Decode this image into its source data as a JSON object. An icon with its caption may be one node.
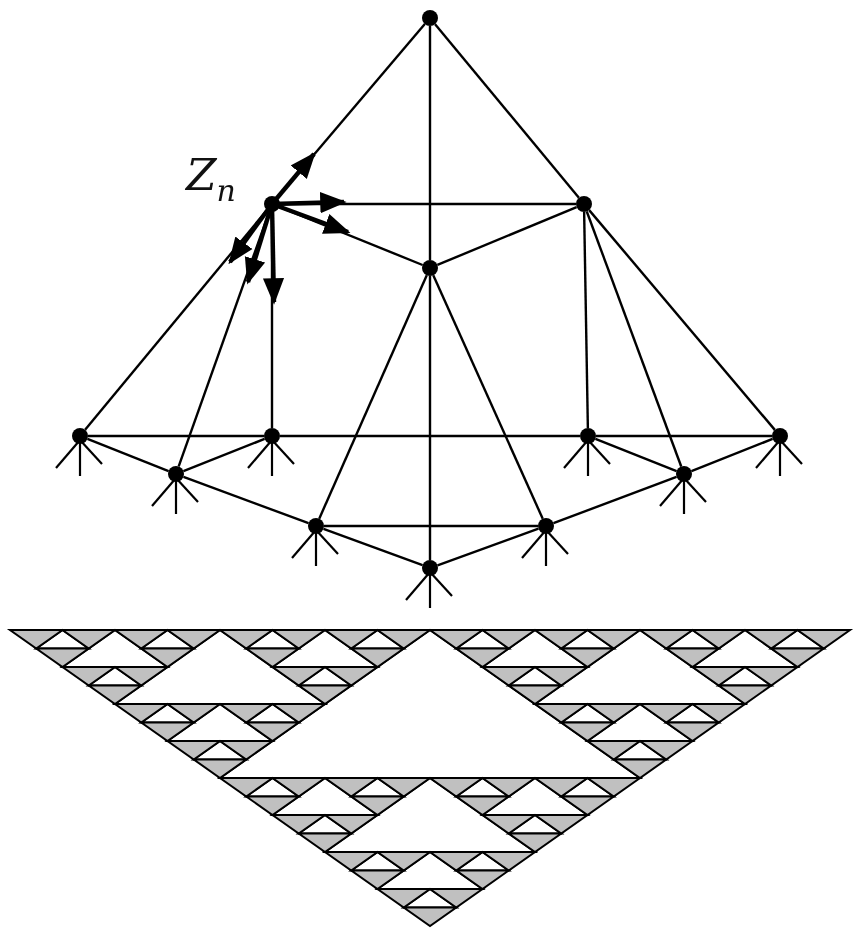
{
  "diagram": {
    "nodes": [
      {
        "text": [],
        "shape": "circle"
      },
      {
        "text": [],
        "shape": "circle",
        "beside": [
          "Z$_{n}$"
        ]
      },
      {
        "text": [],
        "shape": "circle"
      },
      {
        "text": [],
        "shape": "circle"
      },
      {
        "text": [],
        "shape": "circle"
      },
      {
        "text": [],
        "shape": "circle"
      },
      {
        "text": [],
        "shape": "circle"
      },
      {
        "text": [],
        "shape": "circle"
      },
      {
        "text": [],
        "shape": "circle"
      },
      {
        "text": [],
        "shape": "circle"
      },
      {
        "text": [],
        "shape": "circle"
      },
      {
        "text": [],
        "shape": "circle"
      },
      {
        "text": [],
        "shape": "circle"
      }
    ],
    "edges": [
      {
        "from": 0,
        "to": 1,
        "arrow": "none"
      },
      {
        "from": 0,
        "to": 2,
        "arrow": "none"
      },
      {
        "from": 0,
        "to": 3,
        "arrow": "none"
      },
      {
        "from": 1,
        "to": 2,
        "arrow": "none"
      },
      {
        "from": 1,
        "to": 3,
        "arrow": "none"
      },
      {
        "from": 2,
        "to": 3,
        "arrow": "none"
      },
      {
        "from": 1,
        "to": 4,
        "arrow": "none"
      },
      {
        "from": 1,
        "to": 8,
        "arrow": "none"
      },
      {
        "from": 1,
        "to": 5,
        "arrow": "none"
      },
      {
        "from": 2,
        "to": 6,
        "arrow": "none"
      },
      {
        "from": 2,
        "to": 9,
        "arrow": "none"
      },
      {
        "from": 2,
        "to": 7,
        "arrow": "none"
      },
      {
        "from": 3,
        "to": 10,
        "arrow": "none"
      },
      {
        "from": 3,
        "to": 12,
        "arrow": "none"
      },
      {
        "from": 3,
        "to": 11,
        "arrow": "none"
      },
      {
        "from": 4,
        "to": 5,
        "arrow": "none"
      },
      {
        "from": 5,
        "to": 6,
        "arrow": "none"
      },
      {
        "from": 6,
        "to": 7,
        "arrow": "none"
      },
      {
        "from": 4,
        "to": 8,
        "arrow": "none"
      },
      {
        "from": 8,
        "to": 5,
        "arrow": "none"
      },
      {
        "from": 8,
        "to": 10,
        "arrow": "none"
      },
      {
        "from": 10,
        "to": 11,
        "arrow": "none"
      },
      {
        "from": 10,
        "to": 12,
        "arrow": "none"
      },
      {
        "from": 12,
        "to": 11,
        "arrow": "none"
      },
      {
        "from": 6,
        "to": 9,
        "arrow": "none"
      },
      {
        "from": 9,
        "to": 7,
        "arrow": "none"
      },
      {
        "from": 9,
        "to": 11,
        "arrow": "none"
      }
    ]
  }
}
